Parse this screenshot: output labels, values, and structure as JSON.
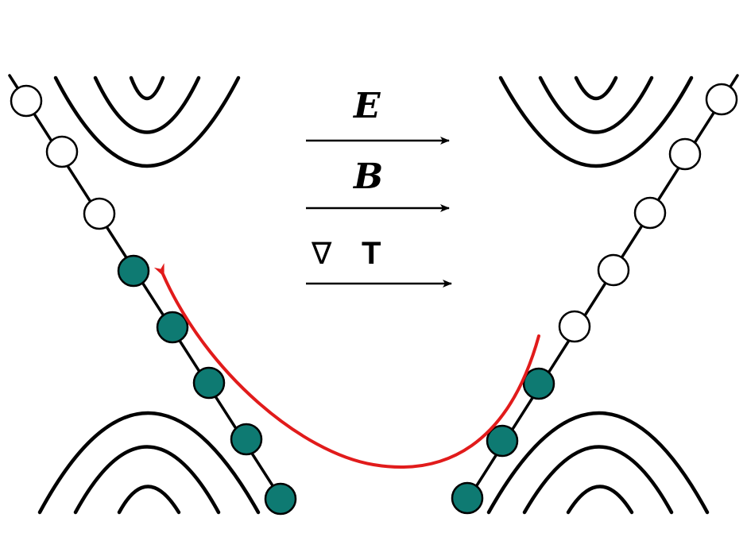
{
  "colors": {
    "line": "#000000",
    "filled_state": "#0e7a72",
    "empty_state": "#ffffff",
    "transfer_arrow": "#e11b1b"
  },
  "fields": {
    "electric": "E",
    "magnetic": "B",
    "gradient_symbol": "∇",
    "temperature": "T"
  },
  "left_cone": {
    "empty_states": 3,
    "filled_states": 5
  },
  "right_cone": {
    "empty_states": 5,
    "filled_states": 3
  }
}
